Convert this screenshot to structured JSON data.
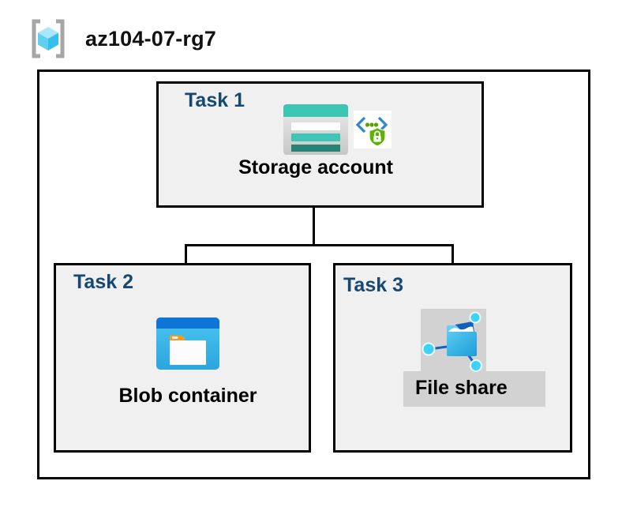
{
  "header": {
    "title": "az104-07-rg7",
    "icon": "resource-group-icon"
  },
  "tasks": [
    {
      "label": "Task 1",
      "item": "Storage account",
      "icons": [
        "storage-account-icon",
        "secure-endpoint-icon"
      ]
    },
    {
      "label": "Task 2",
      "item": "Blob container",
      "icons": [
        "blob-container-icon"
      ]
    },
    {
      "label": "Task 3",
      "item": "File share",
      "icons": [
        "file-share-icon"
      ],
      "highlighted": true
    }
  ],
  "colors": {
    "task_label": "#17486F",
    "box_fill": "#F0F0F0",
    "box_border": "#000000",
    "highlight_fill": "#D2D2D2",
    "storage_teal": "#3EC6B4",
    "storage_teal_dark": "#268376",
    "blob_blue": "#0F74D8",
    "blob_cyan": "#47C5F0",
    "endpoint_green": "#57A300",
    "endpoint_blue": "#2E86D4",
    "fileshare_navy": "#1261C4",
    "fileshare_node": "#3DD3F8",
    "cube_cyan": "#35BFEC",
    "bracket_grey": "#A6A6A6"
  }
}
